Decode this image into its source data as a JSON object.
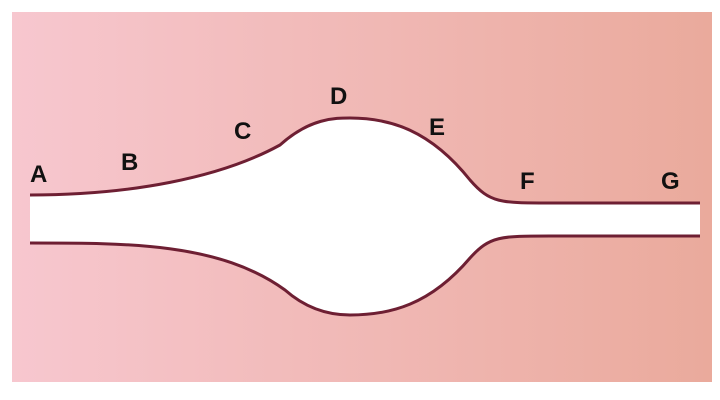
{
  "colors": {
    "background_left": "#f7c7cf",
    "background_right": "#eaaa9c",
    "outline": "#6e1f33",
    "channel_fill": "#ffffff",
    "label": "#111111"
  },
  "labels": {
    "a": "A",
    "b": "B",
    "c": "C",
    "d": "D",
    "e": "E",
    "f": "F",
    "g": "G"
  }
}
